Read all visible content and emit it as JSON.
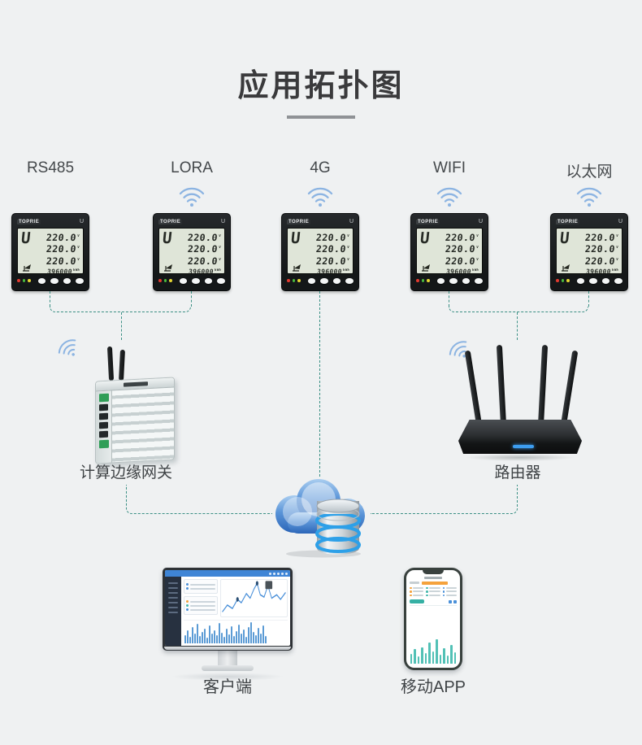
{
  "page": {
    "title": "应用拓扑图"
  },
  "meters": {
    "display": {
      "brand": "TOPRIE",
      "corner_symbol": "U",
      "phase_symbol": "U",
      "voltage_lines": [
        "220.0",
        "220.0",
        "220.0"
      ],
      "voltage_unit": "V",
      "energy_value": "396000",
      "energy_unit": "kWh"
    },
    "items": [
      {
        "label": "RS485",
        "wireless": false
      },
      {
        "label": "LORA",
        "wireless": true
      },
      {
        "label": "4G",
        "wireless": true
      },
      {
        "label": "WIFI",
        "wireless": true
      },
      {
        "label": "以太网",
        "wireless": true
      }
    ]
  },
  "gateway": {
    "label": "计算边缘网关"
  },
  "router": {
    "label": "路由器"
  },
  "client": {
    "label": "客户端",
    "decor": {
      "line_points": "2,28 10,22 18,25 26,17 32,20 40,12 46,16 52,8 57,3 62,13 68,15 74,5 80,16 88,13 94,17 102,11",
      "bars": [
        10,
        16,
        8,
        20,
        12,
        24,
        9,
        14,
        18,
        7,
        22,
        12,
        16,
        10,
        25,
        13,
        8,
        18,
        11,
        21,
        9,
        15,
        23,
        12,
        17,
        8,
        20,
        26,
        14,
        10,
        19,
        12,
        22,
        9
      ]
    }
  },
  "mobile": {
    "label": "移动APP",
    "decor": {
      "bars": [
        12,
        18,
        9,
        20,
        13,
        26,
        15,
        30,
        11,
        19,
        10,
        23,
        14
      ]
    }
  },
  "colors": {
    "connector_line": "#3a8f84",
    "wifi_icon": "#8cb4e2",
    "accent_blue": "#3a7bd5",
    "accent_teal": "#45b8ac"
  }
}
